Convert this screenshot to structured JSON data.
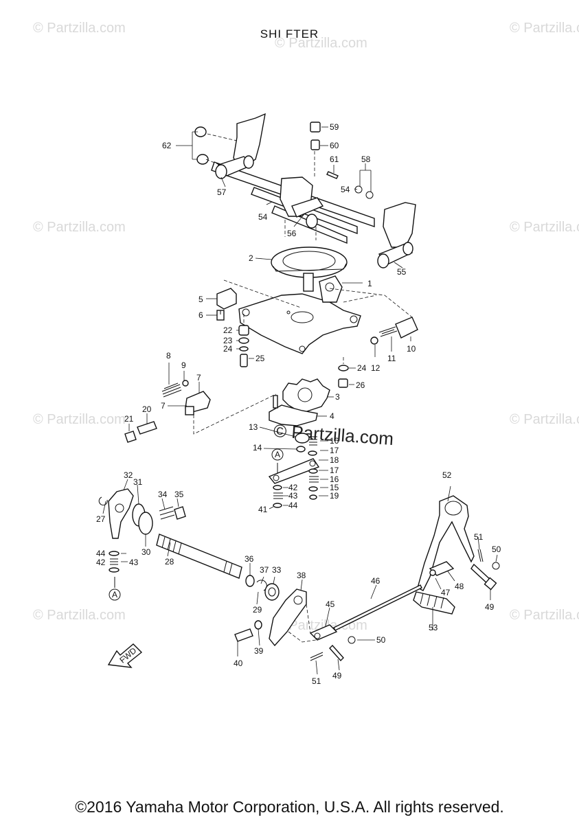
{
  "title": "SHI FTER",
  "footer": "©2016 Yamaha Motor Corporation, U.S.A. All rights reserved.",
  "watermark_small": "© Partzilla.com",
  "watermark_center": "© Partzilla.com",
  "fwd_label": "FWD",
  "callout_letter": "A",
  "part_numbers": [
    "1",
    "2",
    "3",
    "4",
    "5",
    "6",
    "7",
    "7",
    "8",
    "9",
    "10",
    "11",
    "12",
    "13",
    "14",
    "15",
    "16",
    "16",
    "17",
    "17",
    "18",
    "19",
    "20",
    "21",
    "22",
    "23",
    "24",
    "24",
    "25",
    "26",
    "27",
    "28",
    "29",
    "30",
    "31",
    "32",
    "33",
    "34",
    "35",
    "36",
    "37",
    "38",
    "39",
    "40",
    "41",
    "42",
    "42",
    "43",
    "43",
    "44",
    "44",
    "45",
    "46",
    "47",
    "48",
    "49",
    "49",
    "50",
    "50",
    "51",
    "51",
    "52",
    "53",
    "54",
    "54",
    "55",
    "56",
    "57",
    "58",
    "59",
    "60",
    "61",
    "62"
  ]
}
